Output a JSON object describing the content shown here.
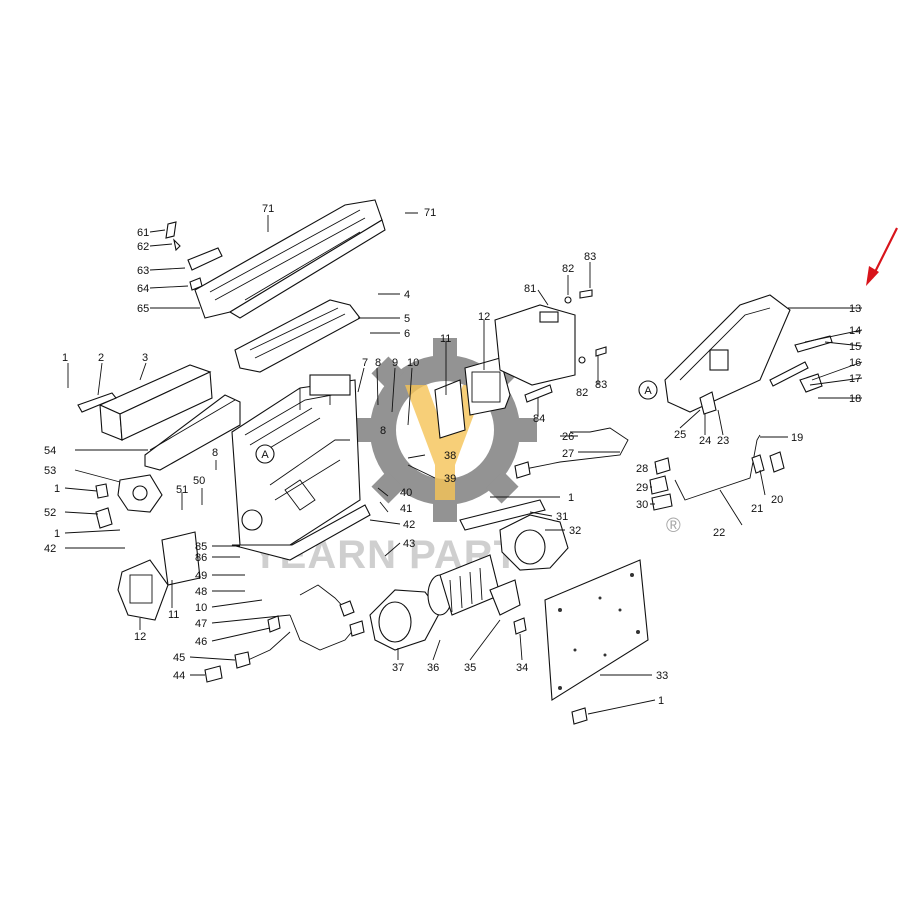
{
  "watermark": {
    "text": "YEARN PARTS",
    "registered": "®",
    "gear_color": "#6f6f6f",
    "accent_color": "#f2b01e"
  },
  "arrow_color": "#d8141b",
  "callout_A": "A",
  "labels": {
    "l71a": "71",
    "l71b": "71",
    "l61": "61",
    "l62": "62",
    "l63": "63",
    "l64": "64",
    "l65": "65",
    "l4": "4",
    "l5": "5",
    "l6": "6",
    "l7": "7",
    "l8a": "8",
    "l9": "9",
    "l10a": "10",
    "l11a": "11",
    "l12a": "12",
    "l81": "81",
    "l82a": "82",
    "l83a": "83",
    "l82b": "82",
    "l83b": "83",
    "l84": "84",
    "l13": "13",
    "l14": "14",
    "l15": "15",
    "l16": "16",
    "l17": "17",
    "l18": "18",
    "l19": "19",
    "l20": "20",
    "l21": "21",
    "l22": "22",
    "l23": "23",
    "l24": "24",
    "l25": "25",
    "l26": "26",
    "l27": "27",
    "l28": "28",
    "l29": "29",
    "l30": "30",
    "l1a": "1",
    "l2": "2",
    "l3": "3",
    "l54": "54",
    "l53": "53",
    "l1b": "1",
    "l52": "52",
    "l1c": "1",
    "l42a": "42",
    "l51": "51",
    "l50": "50",
    "l8b": "8",
    "l8c": "8",
    "l38": "38",
    "l39": "39",
    "l40": "40",
    "l41": "41",
    "l42b": "42",
    "l43": "43",
    "l1d": "1",
    "l31": "31",
    "l32": "32",
    "l85": "85",
    "l86": "86",
    "l49": "49",
    "l48": "48",
    "l10b": "10",
    "l47": "47",
    "l46": "46",
    "l45": "45",
    "l44": "44",
    "l11b": "11",
    "l12b": "12",
    "l37": "37",
    "l36": "36",
    "l35": "35",
    "l34": "34",
    "l33": "33",
    "l1e": "1"
  }
}
